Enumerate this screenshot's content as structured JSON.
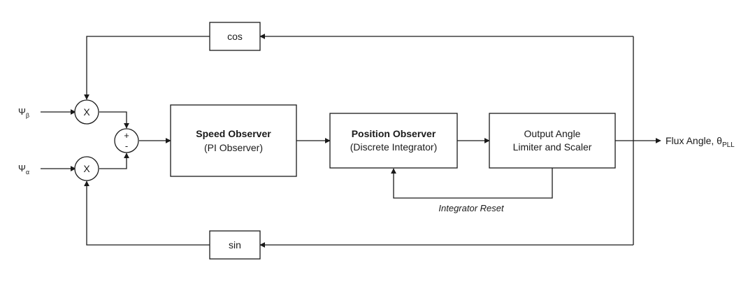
{
  "blocks": {
    "cos": "cos",
    "sin": "sin",
    "speed_title": "Speed Observer",
    "speed_sub": "(PI Observer)",
    "position_title": "Position Observer",
    "position_sub": "(Discrete Integrator)",
    "output_line1": "Output Angle",
    "output_line2": "Limiter and Scaler"
  },
  "multiplier_symbol": "X",
  "summer": {
    "plus": "+",
    "minus": "-"
  },
  "inputs": {
    "psi_beta_symbol": "Ψ",
    "psi_beta_sub": "β",
    "psi_alpha_symbol": "Ψ",
    "psi_alpha_sub": "α"
  },
  "output": {
    "label": "Flux Angle, ",
    "theta": "θ",
    "theta_sub": "PLL"
  },
  "feedback_label": "Integrator Reset"
}
